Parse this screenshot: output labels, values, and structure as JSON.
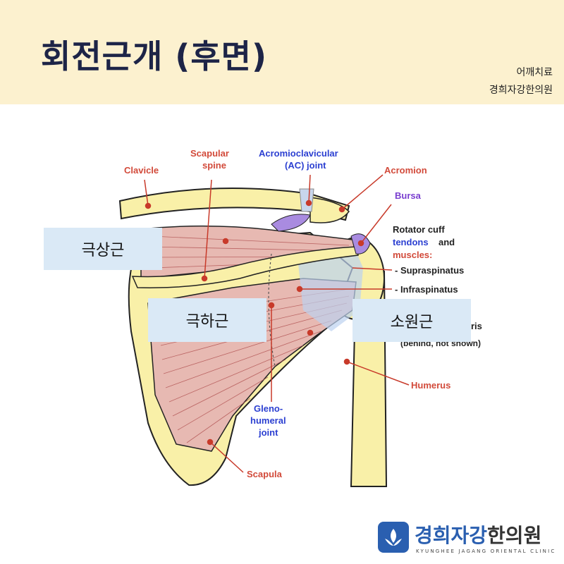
{
  "header": {
    "title": "회전근개 (후면)",
    "sub1": "어깨치료",
    "sub2": "경희자강한의원"
  },
  "diagram": {
    "labels": {
      "clavicle": "Clavicle",
      "scapular_spine_1": "Scapular",
      "scapular_spine_2": "spine",
      "ac_joint_1": "Acromioclavicular",
      "ac_joint_2": "(AC) joint",
      "acromion": "Acromion",
      "bursa": "Bursa",
      "rc_1": "Rotator cuff",
      "rc_2a": "tendons",
      "rc_2b": "and",
      "rc_3": "muscles:",
      "supraspinatus": "- Supraspinatus",
      "infraspinatus": "- Infraspinatus",
      "teres_fragment": "ris",
      "teres_note": "(behind, not shown)",
      "humerus": "Humerus",
      "gleno_1": "Gleno-",
      "gleno_2": "humeral",
      "gleno_3": "joint",
      "scapula": "Scapula"
    },
    "overlays": {
      "supraspinatus_kr": "극상근",
      "infraspinatus_kr": "극하근",
      "teres_minor_kr": "소원근"
    }
  },
  "logo": {
    "k1": "경희자",
    "k2": "강",
    "k3": "한의원",
    "en": "KYUNGHEE JAGANG ORIENTAL CLINIC"
  },
  "colors": {
    "header_bg": "#fcf1cf",
    "title": "#1d2447",
    "bone": "#f9f0a8",
    "muscle": "#e7b9b2",
    "label_red": "#d24a3a",
    "label_blue": "#2b3fd1",
    "overlay_box": "#dae9f6",
    "logo_blue": "#2a5fb0"
  }
}
